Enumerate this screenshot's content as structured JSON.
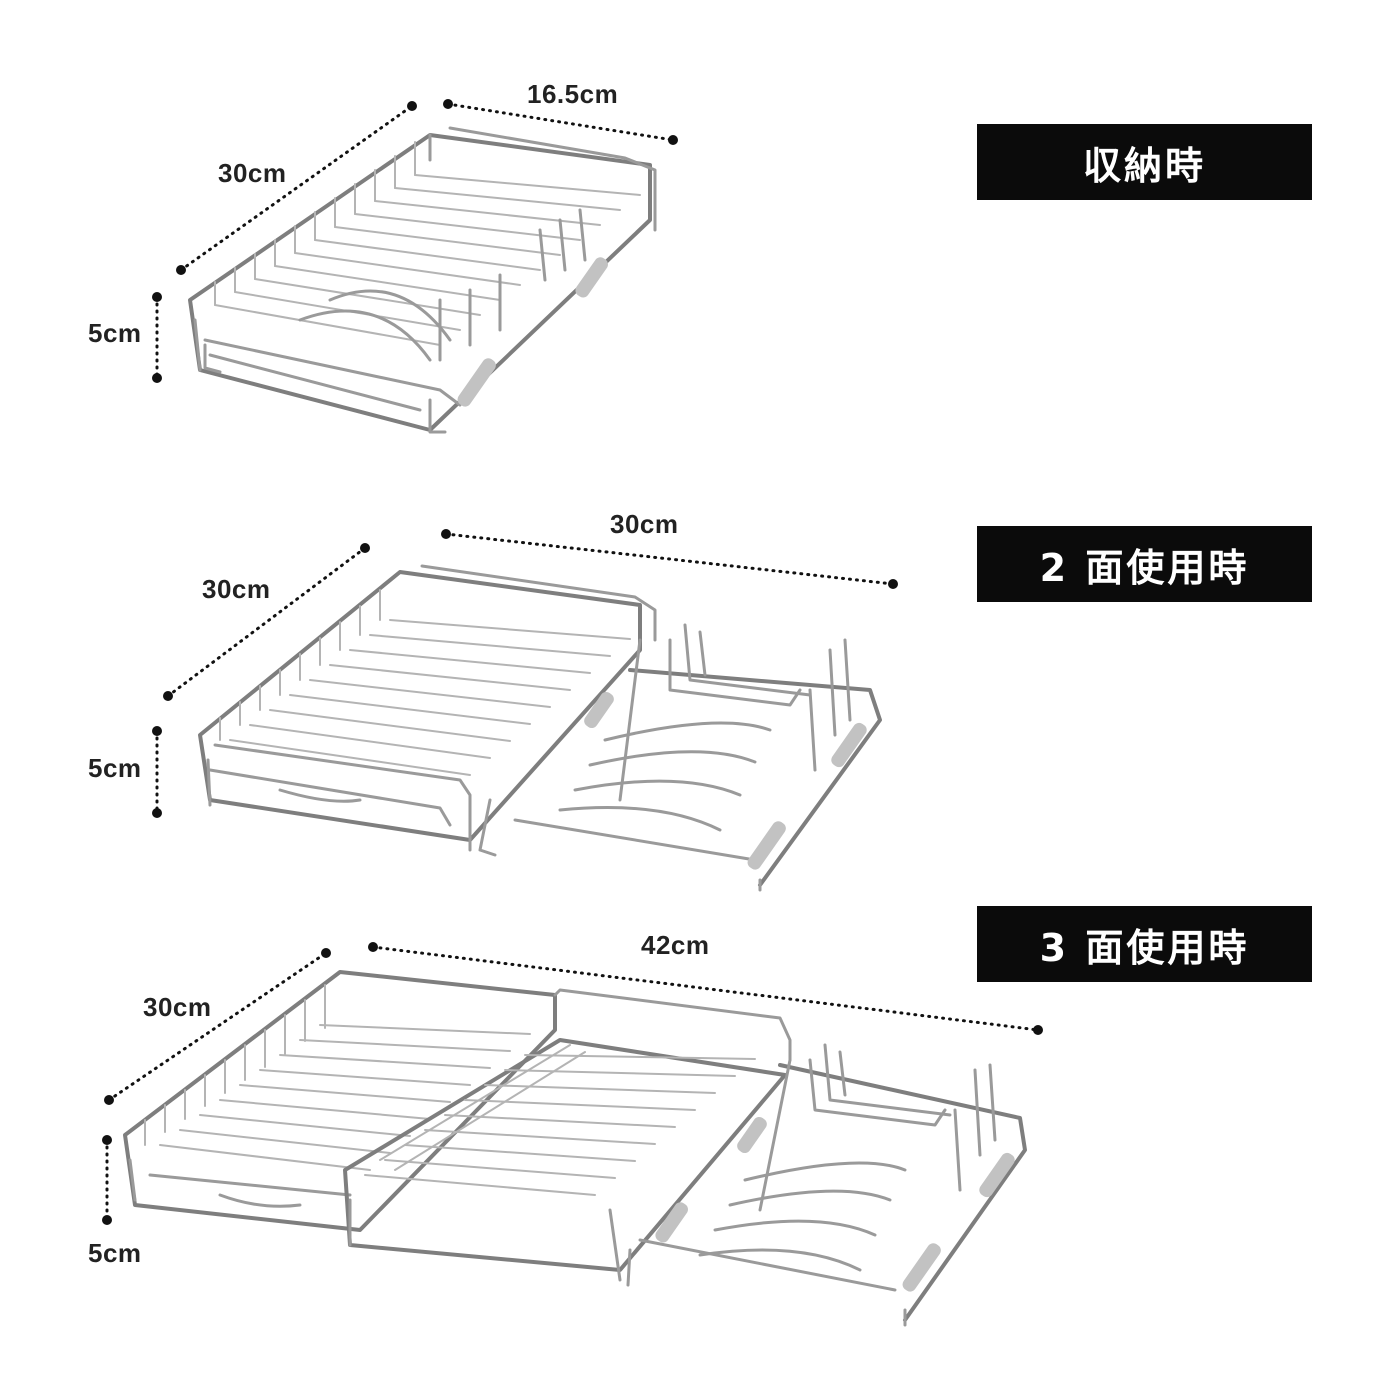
{
  "sections": [
    {
      "badge": "収納時",
      "dims": {
        "length": "30cm",
        "width": "16.5cm",
        "height": "5cm"
      }
    },
    {
      "badge": "2 面使用時",
      "dims": {
        "length": "30cm",
        "width": "30cm",
        "height": "5cm"
      }
    },
    {
      "badge": "3 面使用時",
      "dims": {
        "length": "30cm",
        "width": "42cm",
        "height": "5cm"
      }
    }
  ],
  "colors": {
    "badge_bg": "#0b0b0b",
    "badge_text": "#ffffff",
    "wire": "#9a9a9a",
    "dim_line": "#111111"
  },
  "icons": [
    "dish-rack-stored-icon",
    "dish-rack-two-panel-icon",
    "dish-rack-three-panel-icon"
  ]
}
